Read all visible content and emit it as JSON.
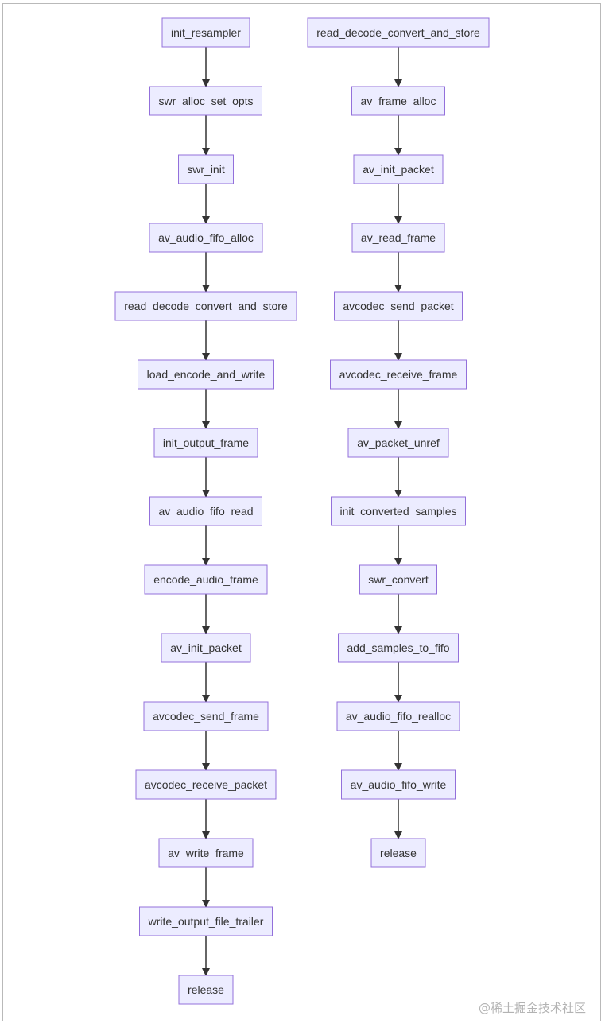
{
  "watermark": "@稀土掘金技术社区",
  "flows": [
    {
      "name": "left",
      "nodes": [
        "init_resampler",
        "swr_alloc_set_opts",
        "swr_init",
        "av_audio_fifo_alloc",
        "read_decode_convert_and_store",
        "load_encode_and_write",
        "init_output_frame",
        "av_audio_fifo_read",
        "encode_audio_frame",
        "av_init_packet",
        "avcodec_send_frame",
        "avcodec_receive_packet",
        "av_write_frame",
        "write_output_file_trailer",
        "release"
      ]
    },
    {
      "name": "right",
      "nodes": [
        "read_decode_convert_and_store",
        "av_frame_alloc",
        "av_init_packet",
        "av_read_frame",
        "avcodec_send_packet",
        "avcodec_receive_frame",
        "av_packet_unref",
        "init_converted_samples",
        "swr_convert",
        "add_samples_to_fifo",
        "av_audio_fifo_realloc",
        "av_audio_fifo_write",
        "release"
      ]
    }
  ],
  "colors": {
    "node_fill": "#ececff",
    "node_stroke": "#9370db",
    "edge": "#333333",
    "text": "#333333"
  }
}
